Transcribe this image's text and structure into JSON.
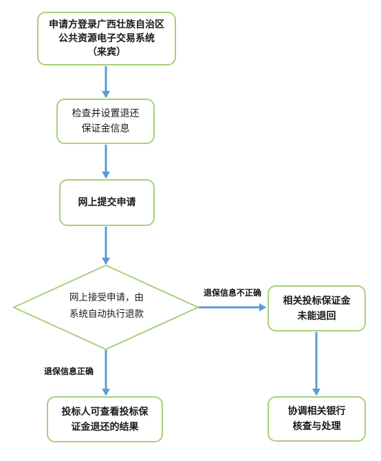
{
  "nodes": {
    "login": {
      "text": "申请方登录广西壮族自治区\n公共资源电子交易系统\n（来宾）"
    },
    "check": {
      "text": "检查并设置退还\n保证金信息"
    },
    "submit": {
      "text": "网上提交申请"
    },
    "decision": {
      "text": "网上接受申请，由\n系统自动执行退款"
    },
    "not_returned": {
      "text": "相关投标保证金\n未能退回"
    },
    "result": {
      "text": "投标人可查看投标保\n证金退还的结果"
    },
    "bank": {
      "text": "协调相关银行\n核查与处理"
    }
  },
  "edges": {
    "incorrect": "退保信息不正确",
    "correct": "退保信息正确"
  },
  "colors": {
    "box_border": "#a6d07a",
    "arrow": "#5b9bd5"
  }
}
